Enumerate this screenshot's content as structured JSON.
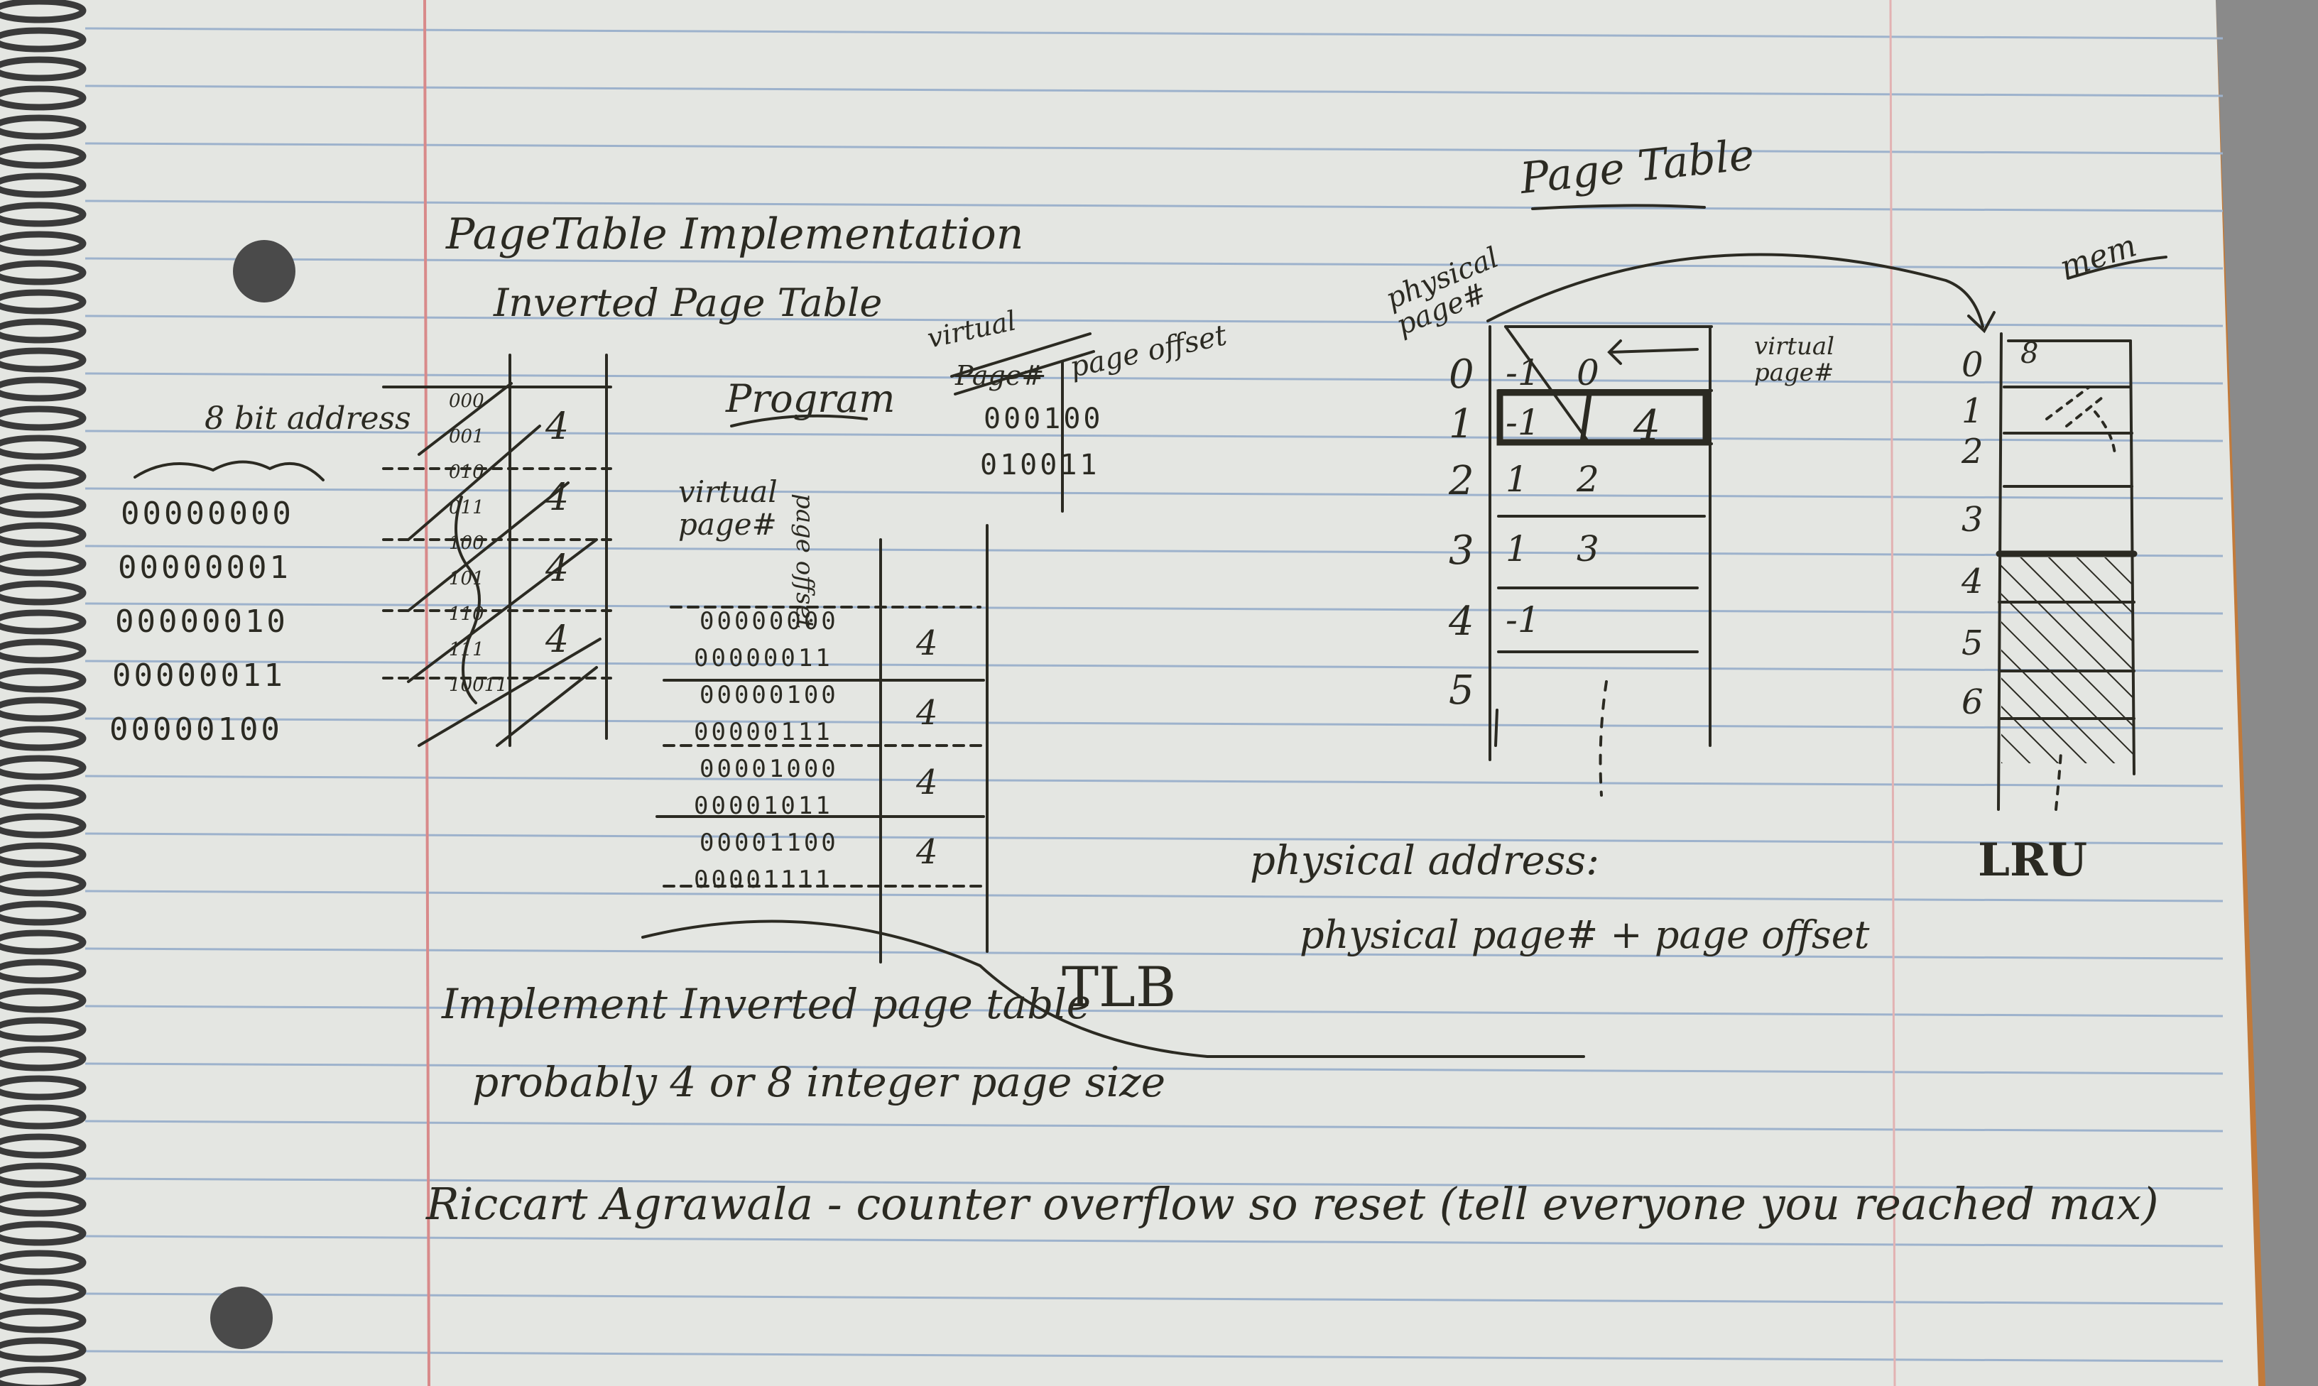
{
  "colors": {
    "ink": "#2b2a22",
    "paper": "#e4e6e2",
    "rule": "#9db2cc",
    "margin": "#d88a8a",
    "backdrop": "#8a8a8a",
    "cardboard": "#c27a3a"
  },
  "left": {
    "title": "PageTable Implementation",
    "subtitle": "Inverted Page Table",
    "addr_label": "8 bit address",
    "addresses": [
      "00000000",
      "00000001",
      "00000010",
      "00000011",
      "00000100"
    ],
    "inv_col": [
      "000",
      "001",
      "010",
      "011",
      "100",
      "101",
      "110",
      "111",
      "10011"
    ],
    "inv_vals": [
      "4",
      "4",
      "4",
      "4"
    ]
  },
  "program": {
    "title": "Program",
    "vpn_label": "virtual page#",
    "offset_label": "page offset",
    "rows": [
      "00000000",
      "00000011",
      "00000100",
      "00000111",
      "00001000",
      "00001011",
      "00001100",
      "00001111"
    ],
    "vals": [
      "4",
      "4",
      "4",
      "4"
    ],
    "tlb": "TLB"
  },
  "vpo": {
    "virtual": "virtual",
    "struck": "Page#",
    "offset": "page offset",
    "r1": "000100",
    "r2": "010011"
  },
  "pt": {
    "title": "Page Table",
    "physical_label": "physical page#",
    "virtual_label": "virtual page#",
    "rows": [
      {
        "idx": "0",
        "a": "-1",
        "b": "0"
      },
      {
        "idx": "1",
        "a": "-1",
        "b": "4"
      },
      {
        "idx": "2",
        "a": "1",
        "b": "2"
      },
      {
        "idx": "3",
        "a": "1",
        "b": "3"
      },
      {
        "idx": "4",
        "a": "-1",
        "b": ""
      },
      {
        "idx": "5",
        "a": "",
        "b": ""
      }
    ]
  },
  "mem": {
    "title": "mem",
    "first": "8",
    "rows": [
      "0",
      "1",
      "2",
      "3",
      "4",
      "5",
      "6"
    ],
    "lru": "LRU"
  },
  "phys": {
    "line1": "physical address:",
    "line2": "physical page# + page offset"
  },
  "notes": [
    "Implement Inverted page table",
    "probably 4 or 8 integer page size",
    "Riccart Agrawala - counter overflow so reset (tell everyone you reached max)"
  ]
}
